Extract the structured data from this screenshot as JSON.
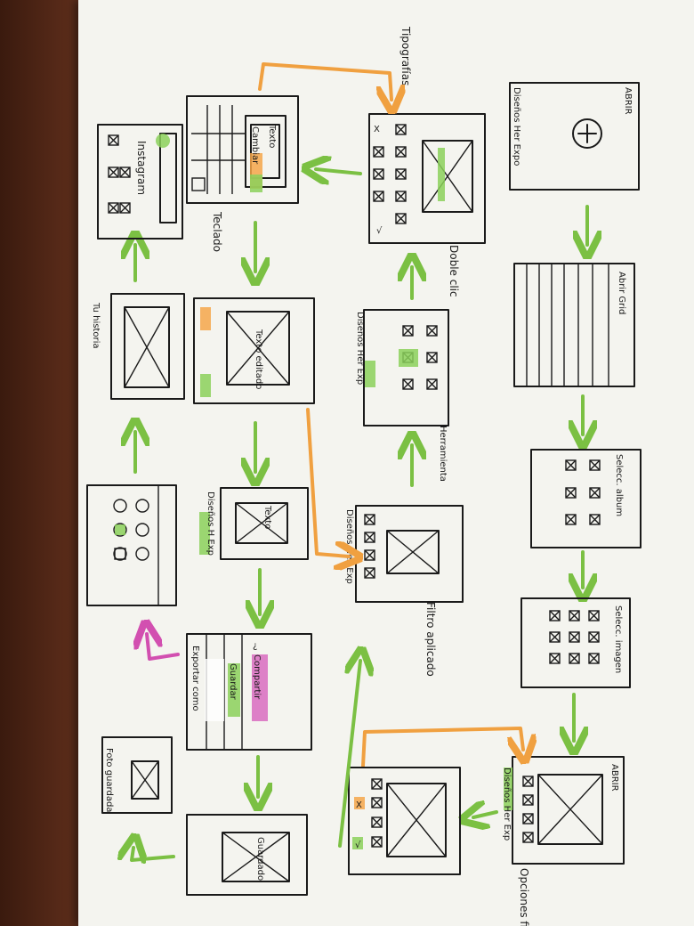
{
  "labels": {
    "abrir_1": "ABRIR",
    "disenos_her_expo": "Diseños Her Expo",
    "abrir_grid": "Abrir Grid",
    "selec_album": "Selecc. album",
    "selec_imagen": "Selecc. imagen",
    "abrir_2": "ABRIR",
    "disenos_her_exp": "Diseños Her Exp",
    "opciones_filtro": "Opciones filtro",
    "filtro_aplicado": "Filtro aplicado",
    "disenos_hex_exp": "Diseños Hex Exp",
    "herramientas": "Herramienta",
    "disenos_her_exp_2": "Diseños Her Exp",
    "doble_clic": "Doble clic",
    "tipografias": "Tipografías",
    "texto": "Texto",
    "cambiar": "Cambiar",
    "teclado": "Teclado",
    "texto_editado": "Texto editado",
    "texto_small": "Texto",
    "disenos_h_exp": "Diseños H Exp",
    "compartir": "Compartir",
    "guardar": "Guardar",
    "exportar_como": "Exportar como",
    "guardado": "Guardado",
    "foto_guardada": "Foto guardada",
    "tu_historia": "Tu historia",
    "instagram": "Instagram",
    "x_mark": "X",
    "check_mark": "√",
    "question": "¿"
  },
  "colors": {
    "green": "#7bc043",
    "orange": "#f0a040",
    "pink": "#d24fb0",
    "ink": "#1a1a1a",
    "paper": "#f4f4ef"
  }
}
